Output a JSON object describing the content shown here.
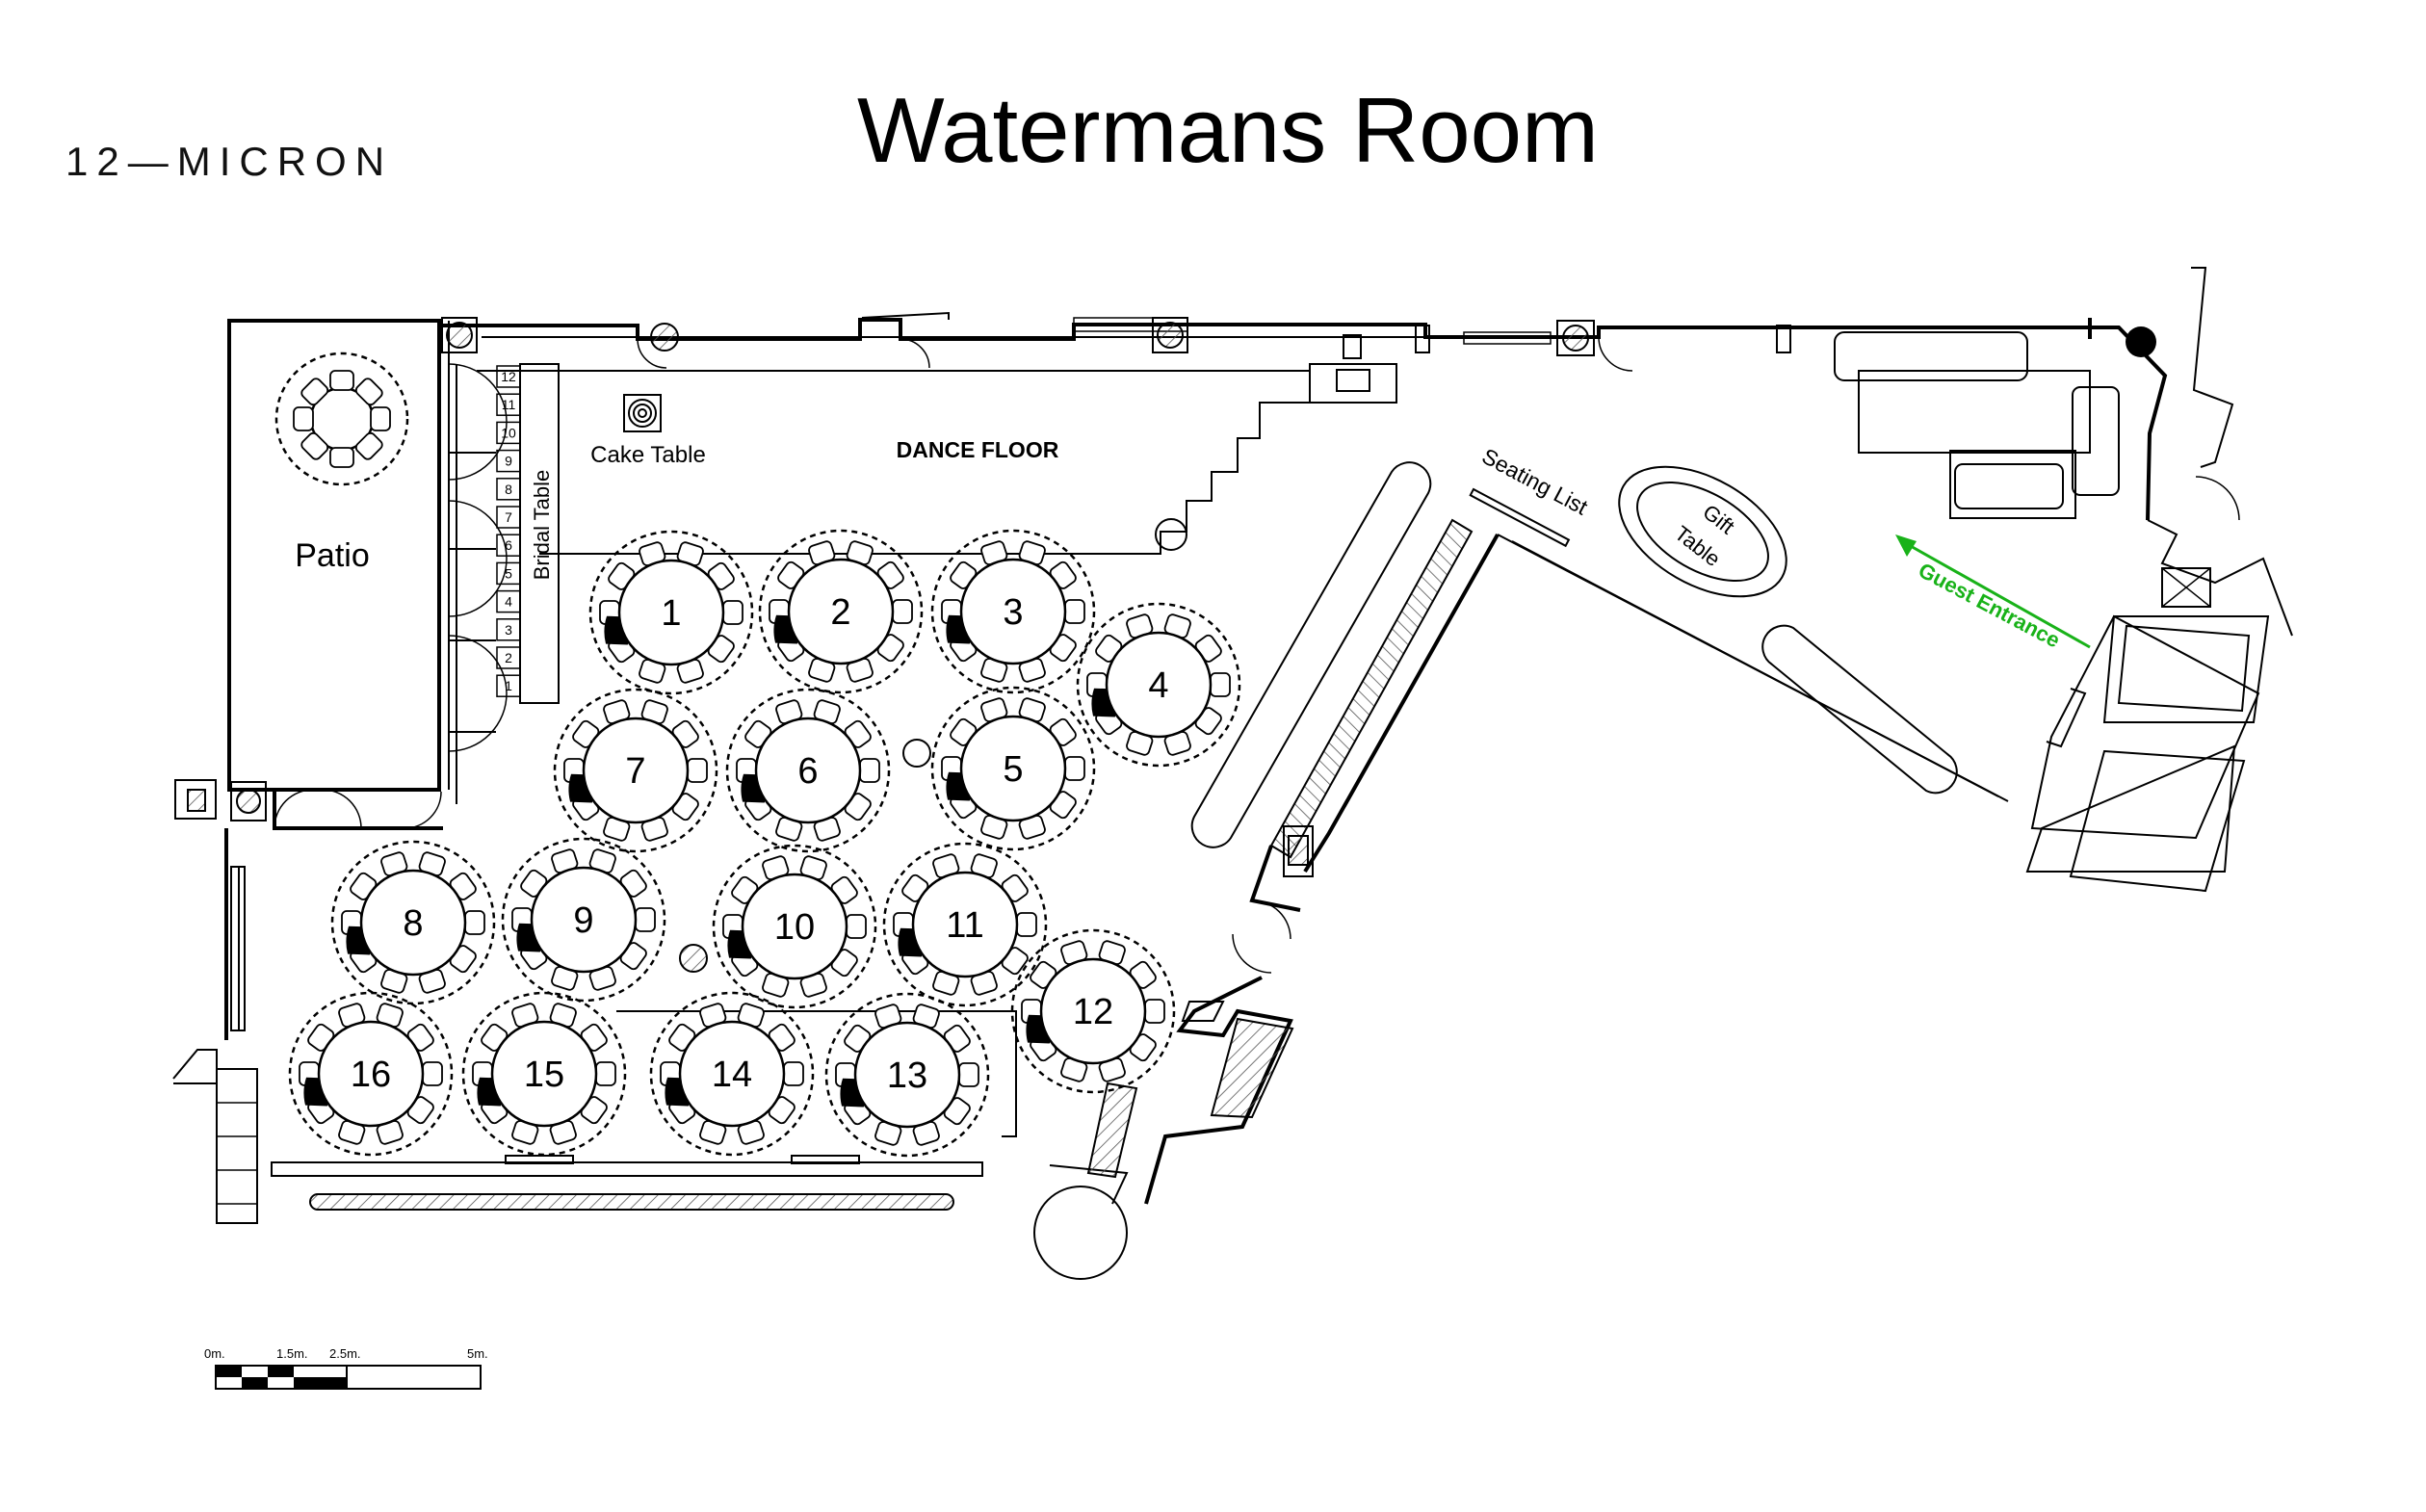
{
  "brand": {
    "logo_text": "12—MICRON"
  },
  "title": "Watermans Room",
  "areas": {
    "patio": "Patio",
    "bridal_table": "Bridal Table",
    "cake_table": "Cake Table",
    "dance_floor": "DANCE FLOOR",
    "seating_list": "Seating List",
    "gift_table_line1": "Gift",
    "gift_table_line2": "Table",
    "guest_entrance": "Guest Entrance"
  },
  "bridal_seats": [
    "12",
    "11",
    "10",
    "9",
    "8",
    "7",
    "6",
    "5",
    "4",
    "3",
    "2",
    "1"
  ],
  "tables": [
    "1",
    "2",
    "3",
    "4",
    "5",
    "6",
    "7",
    "8",
    "9",
    "10",
    "11",
    "12",
    "13",
    "14",
    "15",
    "16"
  ],
  "scale_bar": {
    "ticks": [
      "0m.",
      "1.5m.",
      "2.5m.",
      "5m."
    ]
  },
  "colors": {
    "accent_entrance": "#19b219",
    "line": "#000000"
  }
}
